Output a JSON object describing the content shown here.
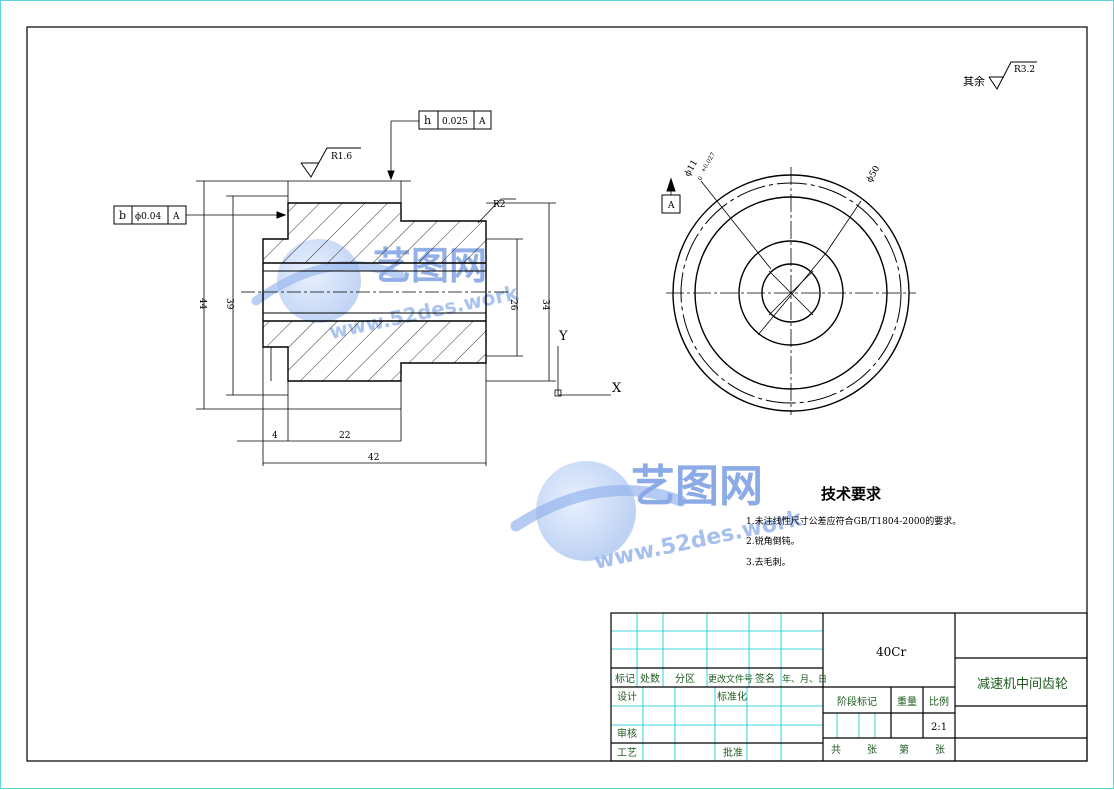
{
  "drawing": {
    "roughness_other": "其余",
    "roughness_other_value": "R3.2",
    "roughness_face": "R1.6",
    "tol_top": {
      "symbol": "h",
      "value": "0.025",
      "datum": "A"
    },
    "tol_left": {
      "symbol": "b",
      "value": "ϕ0.04",
      "datum": "A"
    },
    "datum_label": "A",
    "radius": "R2",
    "dim_44": "44",
    "dim_39": "39",
    "dim_26": "26",
    "dim_34": "34",
    "dim_4": "4",
    "dim_22": "22",
    "dim_42": "42",
    "dia_small": "ϕ11",
    "dia_small_tol_upper": "+0.027",
    "dia_small_tol_lower": "0",
    "dia_outer": "ϕ50",
    "axis_y": "Y",
    "axis_x": "X"
  },
  "watermark": {
    "brand": "艺图网",
    "url": "www.52des.work"
  },
  "tech": {
    "title": "技术要求",
    "items": [
      "1.未注线性尺寸公差应符合GB/T1804-2000的要求。",
      "2.锐角倒钝。",
      "3.去毛刺。"
    ]
  },
  "title_block": {
    "material": "40Cr",
    "part_name": "减速机中间齿轮",
    "revision_headers": [
      "标记",
      "处数",
      "分区",
      "更改文件号",
      "签名",
      "年、月、日"
    ],
    "design": "设计",
    "standardize": "标准化",
    "review": "审核",
    "process": "工艺",
    "approve": "批准",
    "stage_mark": "阶段标记",
    "weight": "重量",
    "scale_label": "比例",
    "scale_value": "2:1",
    "sheets_total": "共",
    "sheets_unit1": "张",
    "sheets_no": "第",
    "sheets_unit2": "张"
  },
  "colors": {
    "frame": "#5fd3d8",
    "grid": "#00c8d0",
    "line": "#000000",
    "text_green": "#1e5a1e",
    "watermark": "#3a6fd0"
  }
}
